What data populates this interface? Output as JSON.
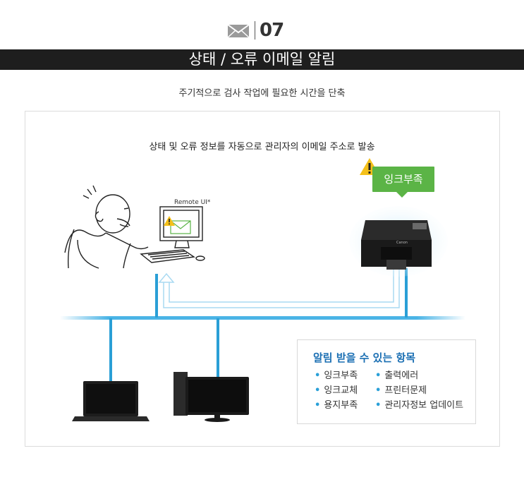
{
  "header": {
    "number": "07",
    "title": "상태 / 오류 이메일 알림"
  },
  "subtitle": "주기적으로 검사 작업에 필요한 시간을 단축",
  "diagram": {
    "description": "상태 및 오류 정보를 자동으로 관리자의 이메일 주소로 발송",
    "remote_label": "Remote UI*",
    "ink_bubble": "잉크부족",
    "printer_brand": "Canon"
  },
  "notifications": {
    "title": "알림 받을 수 있는 항목",
    "col1": [
      "잉크부족",
      "잉크교체",
      "용지부족"
    ],
    "col2": [
      "출력에러",
      "프린터문제",
      "관리자정보 업데이트"
    ]
  }
}
